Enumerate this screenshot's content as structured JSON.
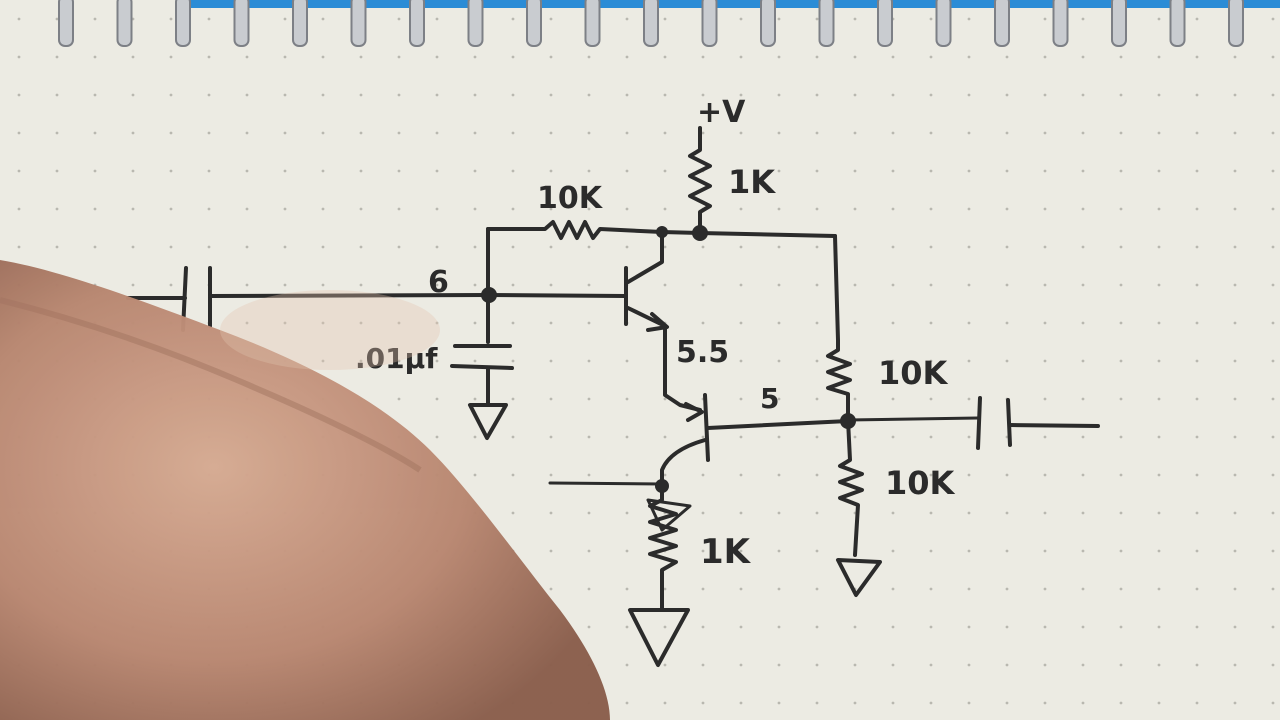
{
  "labels": {
    "supply": "+V",
    "r_top": "1K",
    "r_feedback": "10K",
    "node_base": "6",
    "cap_base": ".01µf",
    "node_emitter1": "5.5",
    "node_emitter2": "5",
    "r_right_top": "10K",
    "r_right_bottom": "10K",
    "r_bottom": "1K"
  },
  "colors": {
    "paper": "#ecebe3",
    "ink": "#2b2b2b",
    "spiral_band": "#2b8cd6",
    "spiral_metal": "#c9ccd0",
    "skin": "#c79a82"
  },
  "decor": {
    "spiral_binding": "spiral-binding",
    "hand": "pointing-hand"
  }
}
